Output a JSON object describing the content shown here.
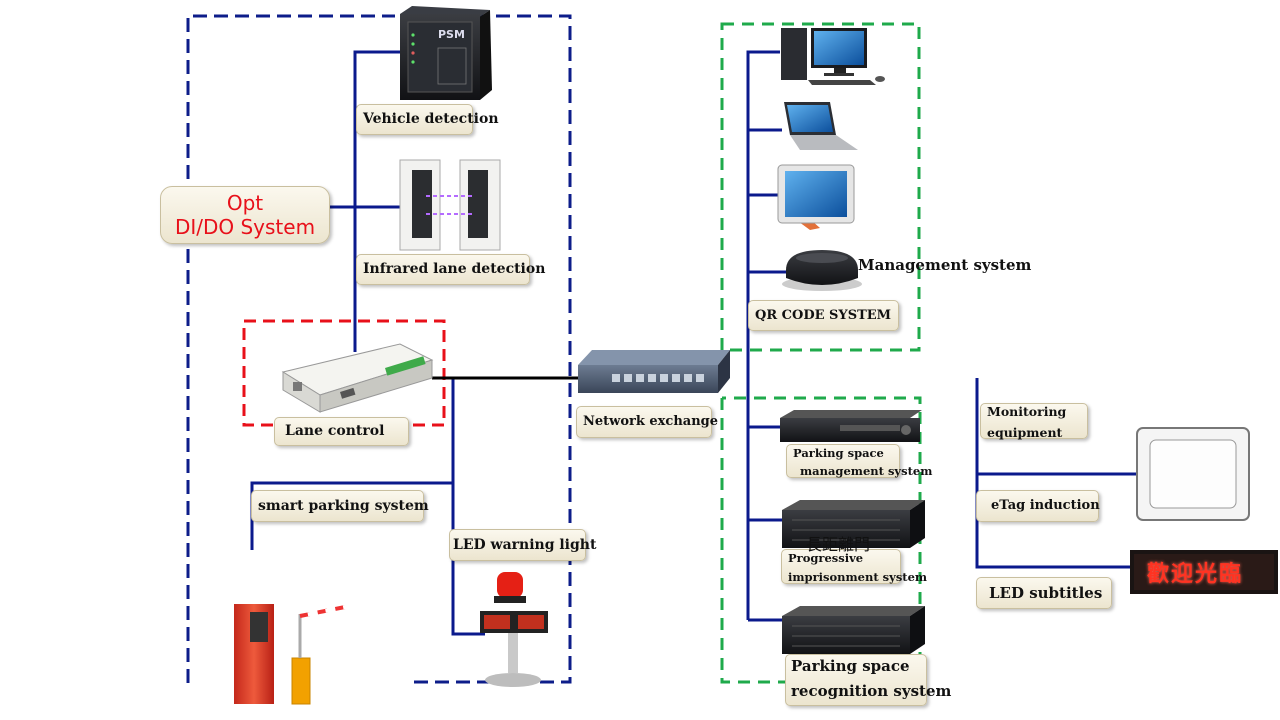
{
  "system": {
    "title_line1": "Opt",
    "title_line2": "DI/DO System"
  },
  "labels": {
    "vehicle_detection": "Vehicle detection",
    "infrared_lane_detection": "Infrared lane detection",
    "lane_control": "Lane control",
    "smart_parking_system": "smart parking system",
    "led_warning_light": "LED warning light",
    "network_exchange": "Network exchange",
    "management_system": "Management system",
    "qr_code_system": "QR CODE SYSTEM",
    "parking_space_mgmt_line1": "Parking space",
    "parking_space_mgmt_line2": "management system",
    "progressive_line1": "Progressive",
    "progressive_line2": "imprisonment system",
    "parking_recognition_line1": "Parking space",
    "parking_recognition_line2": "recognition system",
    "monitoring_line1": "Monitoring",
    "monitoring_line2": "equipment",
    "etag_induction": "eTag induction",
    "led_subtitles": "LED subtitles"
  },
  "overlay_text": {
    "long_distance_door": "長距離門",
    "led_display_text": "歡迎光臨"
  },
  "device_text": {
    "vehicle_detector_brand": "PSM"
  },
  "colors": {
    "blue_line": "#0b1a8c",
    "blue_dash": "#0d1d8a",
    "green_dash": "#1faa4b",
    "red_dash": "#e8101a",
    "black_line": "#000000",
    "title_red": "#e8101a"
  },
  "icons": [
    "vehicle-detector-icon",
    "infrared-sensor-icon",
    "lane-controller-icon",
    "network-switch-icon",
    "desktop-computer-icon",
    "laptop-icon",
    "tablet-icon",
    "qr-scanner-icon",
    "dvr-recorder-icon",
    "rack-server-icon",
    "monitoring-box-icon",
    "led-sign-icon",
    "parking-gate-icon",
    "warning-light-icon"
  ]
}
